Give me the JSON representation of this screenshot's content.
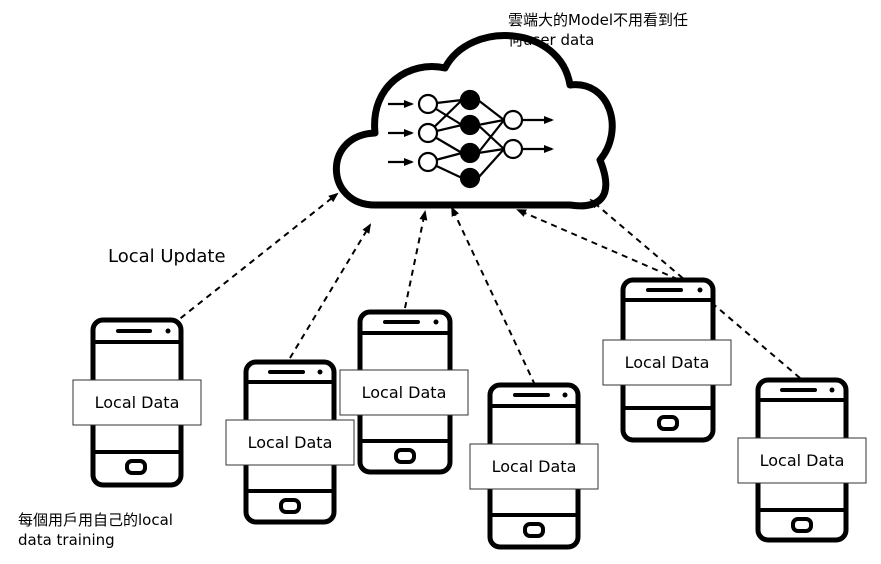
{
  "cloud": {
    "label_line1": "雲端大的Model不用看到任",
    "label_line2": "何user data"
  },
  "update_label": "Local Update",
  "bottom_note": {
    "line1": "每個用戶用自己的local",
    "line2": "data training"
  },
  "phones": [
    {
      "id": 1,
      "data_label": "Local Data"
    },
    {
      "id": 2,
      "data_label": "Local Data"
    },
    {
      "id": 3,
      "data_label": "Local Data"
    },
    {
      "id": 4,
      "data_label": "Local Data"
    },
    {
      "id": 5,
      "data_label": "Local Data"
    },
    {
      "id": 6,
      "data_label": "Local Data"
    }
  ]
}
